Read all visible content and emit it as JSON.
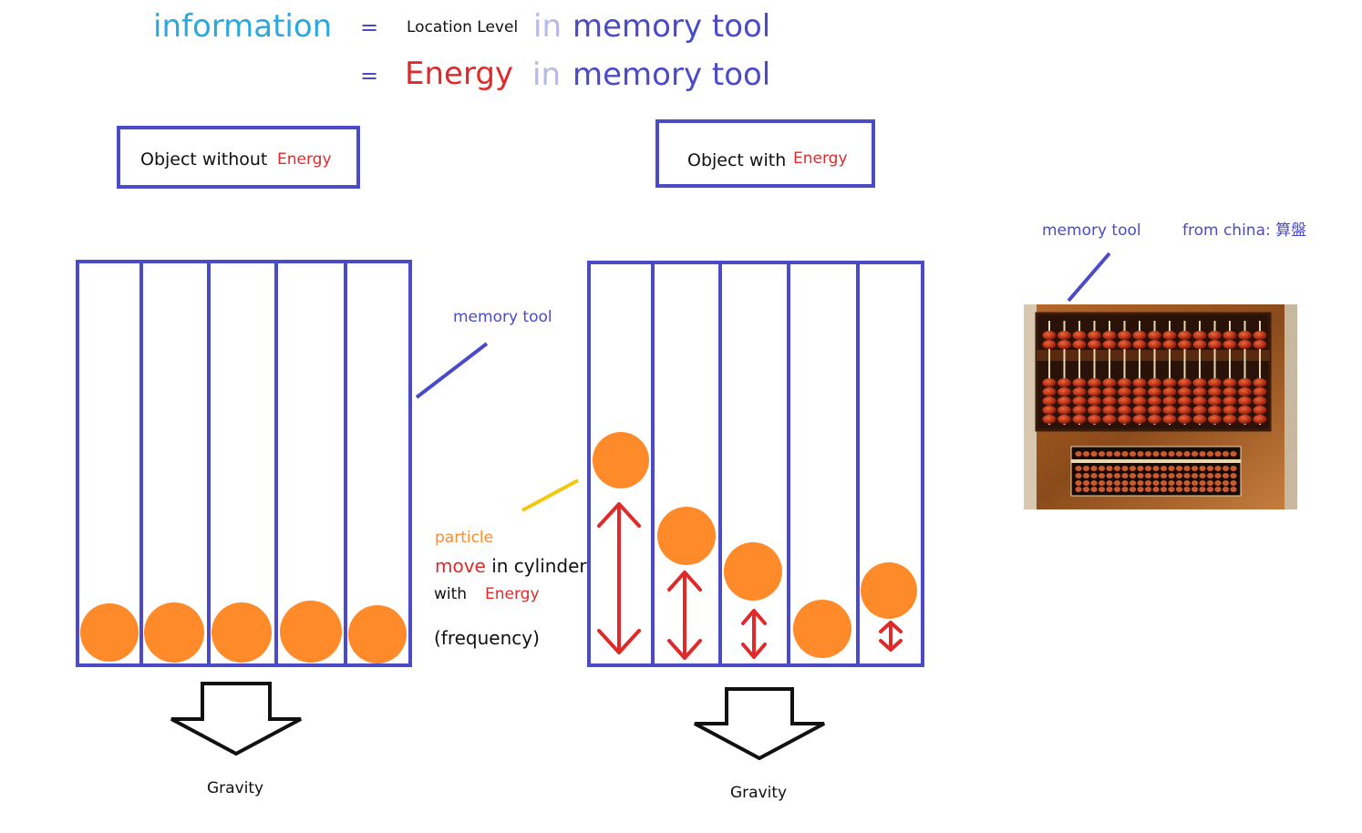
{
  "colors": {
    "cyan": "#2aa8e0",
    "blue": "#4b4bc8",
    "lavender": "#b8b8ec",
    "red": "#e02a2a",
    "orange": "#ff8a2a",
    "yellow": "#f2c80f",
    "black": "#111111"
  },
  "equation": {
    "information": "information",
    "equals1": "=",
    "location_level": "Location Level",
    "in1": "in",
    "memory_tool1": "memory tool",
    "equals2": "=",
    "energy": "Energy",
    "in2": "in",
    "memory_tool2": "memory tool"
  },
  "left_panel": {
    "box_text": "Object without",
    "box_energy": "Energy",
    "callout": "memory tool",
    "gravity": "Gravity"
  },
  "right_panel": {
    "box_text": "Object with",
    "box_energy": "Energy",
    "gravity": "Gravity"
  },
  "particle_note": {
    "particle": "particle",
    "move": "move",
    "in_cylinder": "in cylinder",
    "with": "with",
    "energy": "Energy",
    "frequency": "(frequency)"
  },
  "abacus_note": {
    "memory_tool": "memory tool",
    "from_china": "from china: 算盤"
  }
}
